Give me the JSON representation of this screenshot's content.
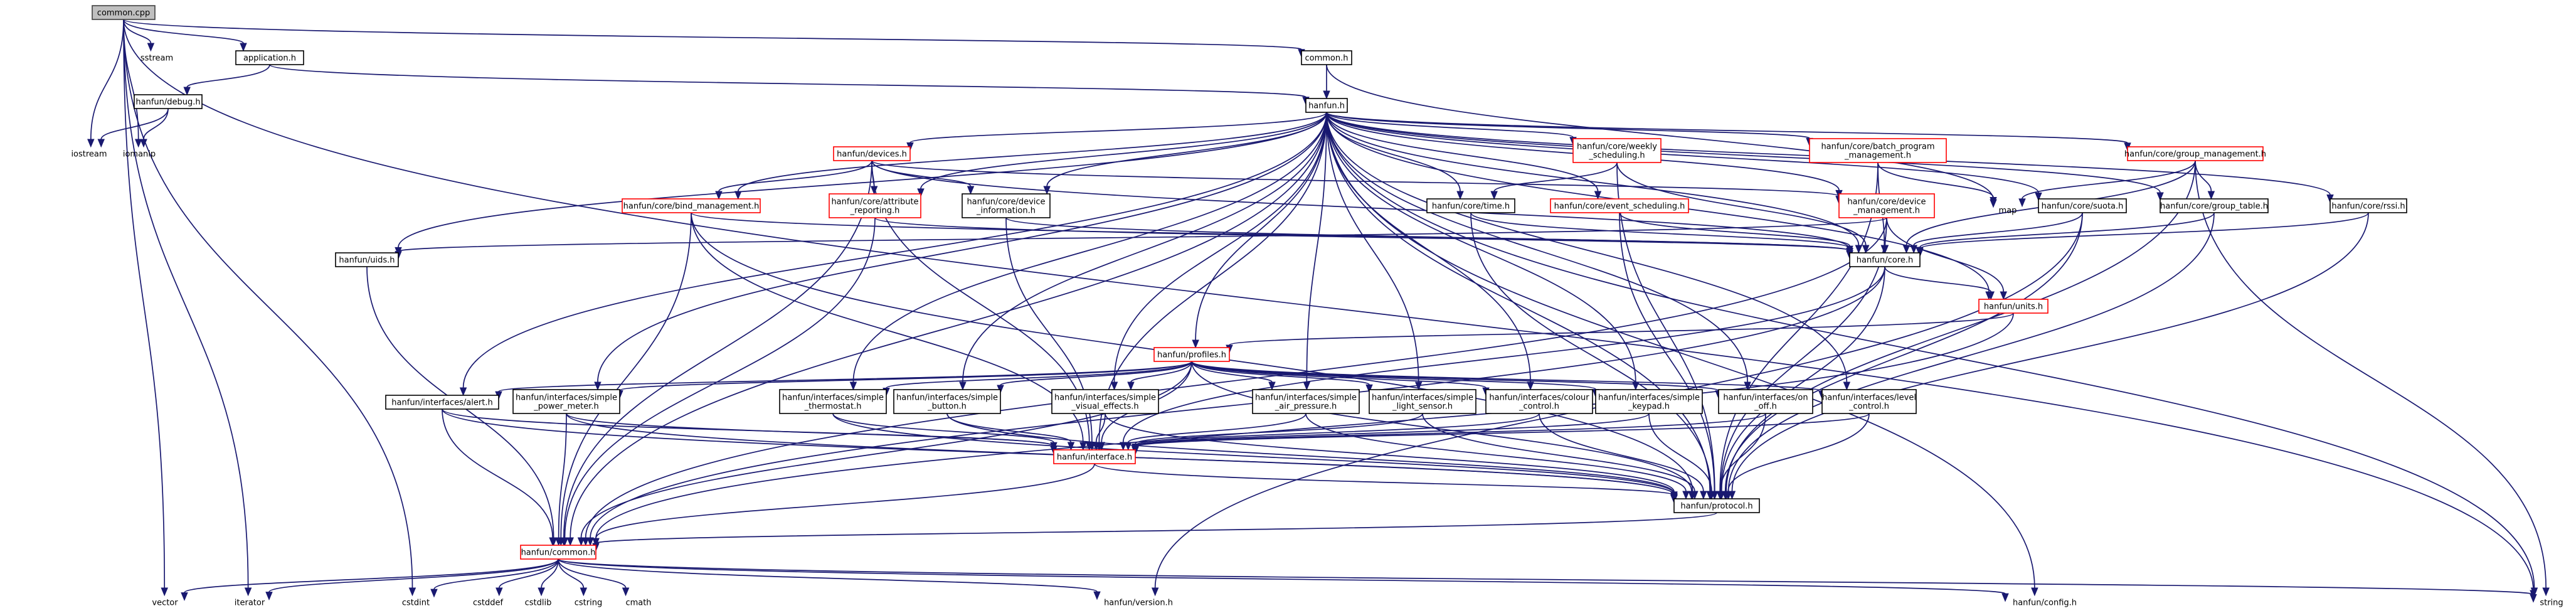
{
  "diagram": {
    "type": "include-dependency-graph",
    "colors": {
      "focus_fill": "#bfbfbf",
      "focus_border": "#404040",
      "node_border_default": "#000000",
      "node_border_truncated": "#ff0000",
      "node_fill": "#ffffff",
      "edge": "#191970"
    },
    "nodes": [
      {
        "id": "common_cpp",
        "lines": [
          "common.cpp"
        ],
        "style": "focus"
      },
      {
        "id": "vector",
        "lines": [
          "vector"
        ],
        "style": "plain"
      },
      {
        "id": "sstream",
        "lines": [
          "sstream"
        ],
        "style": "plain"
      },
      {
        "id": "iostream",
        "lines": [
          "iostream"
        ],
        "style": "plain"
      },
      {
        "id": "iomanip",
        "lines": [
          "iomanip"
        ],
        "style": "plain"
      },
      {
        "id": "iterator",
        "lines": [
          "iterator"
        ],
        "style": "plain"
      },
      {
        "id": "cstdint",
        "lines": [
          "cstdint"
        ],
        "style": "plain"
      },
      {
        "id": "application_h",
        "lines": [
          "application.h"
        ],
        "style": "black"
      },
      {
        "id": "common_h",
        "lines": [
          "common.h"
        ],
        "style": "black"
      },
      {
        "id": "string",
        "lines": [
          "string"
        ],
        "style": "plain"
      },
      {
        "id": "hanfun_debug_h",
        "lines": [
          "hanfun/debug.h"
        ],
        "style": "black"
      },
      {
        "id": "hanfun_h",
        "lines": [
          "hanfun.h"
        ],
        "style": "black"
      },
      {
        "id": "hanfun_common_h",
        "lines": [
          "hanfun/common.h"
        ],
        "style": "red"
      },
      {
        "id": "hanfun_devices_h",
        "lines": [
          "hanfun/devices.h"
        ],
        "style": "red"
      },
      {
        "id": "hanfun_core_weekly",
        "lines": [
          "hanfun/core/weekly",
          "_scheduling.h"
        ],
        "style": "red"
      },
      {
        "id": "hanfun_core_batch",
        "lines": [
          "hanfun/core/batch_program",
          "_management.h"
        ],
        "style": "red"
      },
      {
        "id": "hanfun_core_group_mgmt",
        "lines": [
          "hanfun/core/group_management.h"
        ],
        "style": "red"
      },
      {
        "id": "hanfun_core_time",
        "lines": [
          "hanfun/core/time.h"
        ],
        "style": "black"
      },
      {
        "id": "hanfun_core_event",
        "lines": [
          "hanfun/core/event_scheduling.h"
        ],
        "style": "red"
      },
      {
        "id": "hanfun_core_device_mgmt",
        "lines": [
          "hanfun/core/device",
          "_management.h"
        ],
        "style": "red"
      },
      {
        "id": "hanfun_core_suota",
        "lines": [
          "hanfun/core/suota.h"
        ],
        "style": "black"
      },
      {
        "id": "hanfun_core_group_table",
        "lines": [
          "hanfun/core/group_table.h"
        ],
        "style": "black"
      },
      {
        "id": "hanfun_core_rssi",
        "lines": [
          "hanfun/core/rssi.h"
        ],
        "style": "black"
      },
      {
        "id": "map",
        "lines": [
          "map"
        ],
        "style": "plain"
      },
      {
        "id": "hanfun_core_bind",
        "lines": [
          "hanfun/core/bind_management.h"
        ],
        "style": "red"
      },
      {
        "id": "hanfun_core_attr_reporting",
        "lines": [
          "hanfun/core/attribute",
          "_reporting.h"
        ],
        "style": "red"
      },
      {
        "id": "hanfun_core_device_info",
        "lines": [
          "hanfun/core/device",
          "_information.h"
        ],
        "style": "black"
      },
      {
        "id": "hanfun_uids_h",
        "lines": [
          "hanfun/uids.h"
        ],
        "style": "black"
      },
      {
        "id": "hanfun_core_h",
        "lines": [
          "hanfun/core.h"
        ],
        "style": "black"
      },
      {
        "id": "hanfun_units_h",
        "lines": [
          "hanfun/units.h"
        ],
        "style": "red"
      },
      {
        "id": "hanfun_profiles_h",
        "lines": [
          "hanfun/profiles.h"
        ],
        "style": "red"
      },
      {
        "id": "if_alert",
        "lines": [
          "hanfun/interfaces/alert.h"
        ],
        "style": "black"
      },
      {
        "id": "if_simple_power_meter",
        "lines": [
          "hanfun/interfaces/simple",
          "_power_meter.h"
        ],
        "style": "black"
      },
      {
        "id": "if_simple_thermostat",
        "lines": [
          "hanfun/interfaces/simple",
          "_thermostat.h"
        ],
        "style": "black"
      },
      {
        "id": "if_simple_button",
        "lines": [
          "hanfun/interfaces/simple",
          "_button.h"
        ],
        "style": "black"
      },
      {
        "id": "if_simple_visual",
        "lines": [
          "hanfun/interfaces/simple",
          "_visual_effects.h"
        ],
        "style": "black"
      },
      {
        "id": "if_simple_air",
        "lines": [
          "hanfun/interfaces/simple",
          "_air_pressure.h"
        ],
        "style": "black"
      },
      {
        "id": "if_simple_light",
        "lines": [
          "hanfun/interfaces/simple",
          "_light_sensor.h"
        ],
        "style": "black"
      },
      {
        "id": "if_colour",
        "lines": [
          "hanfun/interfaces/colour",
          "_control.h"
        ],
        "style": "black"
      },
      {
        "id": "if_keypad",
        "lines": [
          "hanfun/interfaces/simple",
          "_keypad.h"
        ],
        "style": "black"
      },
      {
        "id": "if_on_off",
        "lines": [
          "hanfun/interfaces/on",
          "_off.h"
        ],
        "style": "black"
      },
      {
        "id": "if_level",
        "lines": [
          "hanfun/interfaces/level",
          "_control.h"
        ],
        "style": "black"
      },
      {
        "id": "hanfun_interface_h",
        "lines": [
          "hanfun/interface.h"
        ],
        "style": "red"
      },
      {
        "id": "hanfun_protocol_h",
        "lines": [
          "hanfun/protocol.h"
        ],
        "style": "black"
      },
      {
        "id": "cstddef",
        "lines": [
          "cstddef"
        ],
        "style": "plain"
      },
      {
        "id": "cstdlib",
        "lines": [
          "cstdlib"
        ],
        "style": "plain"
      },
      {
        "id": "cstring",
        "lines": [
          "cstring"
        ],
        "style": "plain"
      },
      {
        "id": "cmath",
        "lines": [
          "cmath"
        ],
        "style": "plain"
      },
      {
        "id": "hanfun_version_h",
        "lines": [
          "hanfun/version.h"
        ],
        "style": "plain"
      },
      {
        "id": "hanfun_config_h",
        "lines": [
          "hanfun/config.h"
        ],
        "style": "plain"
      }
    ],
    "edges": [
      [
        "common_cpp",
        "vector"
      ],
      [
        "common_cpp",
        "sstream"
      ],
      [
        "common_cpp",
        "iostream"
      ],
      [
        "common_cpp",
        "iomanip"
      ],
      [
        "common_cpp",
        "iterator"
      ],
      [
        "common_cpp",
        "cstdint"
      ],
      [
        "common_cpp",
        "application_h"
      ],
      [
        "common_cpp",
        "common_h"
      ],
      [
        "common_cpp",
        "string"
      ],
      [
        "application_h",
        "hanfun_debug_h"
      ],
      [
        "application_h",
        "hanfun_h"
      ],
      [
        "hanfun_debug_h",
        "iostream"
      ],
      [
        "hanfun_debug_h",
        "iomanip"
      ],
      [
        "common_h",
        "hanfun_h"
      ],
      [
        "common_h",
        "map"
      ],
      [
        "hanfun_h",
        "hanfun_common_h"
      ],
      [
        "hanfun_h",
        "hanfun_devices_h"
      ],
      [
        "hanfun_h",
        "hanfun_core_weekly"
      ],
      [
        "hanfun_h",
        "hanfun_core_batch"
      ],
      [
        "hanfun_h",
        "hanfun_core_group_mgmt"
      ],
      [
        "hanfun_h",
        "hanfun_core_time"
      ],
      [
        "hanfun_h",
        "hanfun_core_event"
      ],
      [
        "hanfun_h",
        "hanfun_core_device_mgmt"
      ],
      [
        "hanfun_h",
        "hanfun_core_suota"
      ],
      [
        "hanfun_h",
        "hanfun_core_group_table"
      ],
      [
        "hanfun_h",
        "hanfun_core_rssi"
      ],
      [
        "hanfun_h",
        "hanfun_core_bind"
      ],
      [
        "hanfun_h",
        "hanfun_core_attr_reporting"
      ],
      [
        "hanfun_h",
        "hanfun_core_device_info"
      ],
      [
        "hanfun_h",
        "hanfun_uids_h"
      ],
      [
        "hanfun_h",
        "hanfun_core_h"
      ],
      [
        "hanfun_h",
        "hanfun_units_h"
      ],
      [
        "hanfun_h",
        "hanfun_profiles_h"
      ],
      [
        "hanfun_h",
        "if_alert"
      ],
      [
        "hanfun_h",
        "if_simple_power_meter"
      ],
      [
        "hanfun_h",
        "if_simple_thermostat"
      ],
      [
        "hanfun_h",
        "if_simple_button"
      ],
      [
        "hanfun_h",
        "if_simple_visual"
      ],
      [
        "hanfun_h",
        "if_simple_air"
      ],
      [
        "hanfun_h",
        "if_simple_light"
      ],
      [
        "hanfun_h",
        "if_colour"
      ],
      [
        "hanfun_h",
        "if_keypad"
      ],
      [
        "hanfun_h",
        "if_on_off"
      ],
      [
        "hanfun_h",
        "if_level"
      ],
      [
        "hanfun_h",
        "hanfun_interface_h"
      ],
      [
        "hanfun_h",
        "hanfun_protocol_h"
      ],
      [
        "hanfun_h",
        "hanfun_config_h"
      ],
      [
        "hanfun_h",
        "string"
      ],
      [
        "hanfun_devices_h",
        "hanfun_core_bind"
      ],
      [
        "hanfun_devices_h",
        "hanfun_core_attr_reporting"
      ],
      [
        "hanfun_devices_h",
        "hanfun_core_device_info"
      ],
      [
        "hanfun_devices_h",
        "hanfun_core_device_mgmt"
      ],
      [
        "hanfun_devices_h",
        "hanfun_core_h"
      ],
      [
        "hanfun_devices_h",
        "hanfun_common_h"
      ],
      [
        "hanfun_devices_h",
        "hanfun_interface_h"
      ],
      [
        "hanfun_core_weekly",
        "hanfun_core_time"
      ],
      [
        "hanfun_core_weekly",
        "hanfun_core_h"
      ],
      [
        "hanfun_core_weekly",
        "hanfun_protocol_h"
      ],
      [
        "hanfun_core_batch",
        "hanfun_core_h"
      ],
      [
        "hanfun_core_batch",
        "map"
      ],
      [
        "hanfun_core_batch",
        "hanfun_protocol_h"
      ],
      [
        "hanfun_core_group_mgmt",
        "hanfun_core_h"
      ],
      [
        "hanfun_core_group_mgmt",
        "hanfun_core_group_table"
      ],
      [
        "hanfun_core_group_mgmt",
        "map"
      ],
      [
        "hanfun_core_group_mgmt",
        "string"
      ],
      [
        "hanfun_core_group_mgmt",
        "hanfun_protocol_h"
      ],
      [
        "hanfun_core_time",
        "hanfun_core_h"
      ],
      [
        "hanfun_core_time",
        "hanfun_protocol_h"
      ],
      [
        "hanfun_core_event",
        "hanfun_core_h"
      ],
      [
        "hanfun_core_event",
        "hanfun_protocol_h"
      ],
      [
        "hanfun_core_device_mgmt",
        "hanfun_core_h"
      ],
      [
        "hanfun_core_device_mgmt",
        "hanfun_uids_h"
      ],
      [
        "hanfun_core_device_mgmt",
        "hanfun_units_h"
      ],
      [
        "hanfun_core_device_mgmt",
        "hanfun_protocol_h"
      ],
      [
        "hanfun_core_device_mgmt",
        "hanfun_common_h"
      ],
      [
        "hanfun_core_suota",
        "hanfun_core_h"
      ],
      [
        "hanfun_core_suota",
        "hanfun_protocol_h"
      ],
      [
        "hanfun_core_suota",
        "hanfun_version_h"
      ],
      [
        "hanfun_core_group_table",
        "hanfun_core_h"
      ],
      [
        "hanfun_core_group_table",
        "hanfun_protocol_h"
      ],
      [
        "hanfun_core_rssi",
        "hanfun_core_h"
      ],
      [
        "hanfun_core_rssi",
        "hanfun_protocol_h"
      ],
      [
        "hanfun_core_bind",
        "hanfun_core_h"
      ],
      [
        "hanfun_core_bind",
        "hanfun_common_h"
      ],
      [
        "hanfun_core_bind",
        "hanfun_interface_h"
      ],
      [
        "hanfun_core_bind",
        "hanfun_protocol_h"
      ],
      [
        "hanfun_core_attr_reporting",
        "hanfun_core_h"
      ],
      [
        "hanfun_core_attr_reporting",
        "hanfun_common_h"
      ],
      [
        "hanfun_core_device_info",
        "hanfun_core_h"
      ],
      [
        "hanfun_core_device_info",
        "hanfun_interface_h"
      ],
      [
        "hanfun_uids_h",
        "hanfun_common_h"
      ],
      [
        "hanfun_core_h",
        "hanfun_units_h"
      ],
      [
        "hanfun_core_h",
        "hanfun_interface_h"
      ],
      [
        "hanfun_core_h",
        "hanfun_protocol_h"
      ],
      [
        "hanfun_core_h",
        "hanfun_common_h"
      ],
      [
        "hanfun_units_h",
        "hanfun_profiles_h"
      ],
      [
        "hanfun_units_h",
        "hanfun_common_h"
      ],
      [
        "hanfun_profiles_h",
        "if_alert"
      ],
      [
        "hanfun_profiles_h",
        "if_simple_power_meter"
      ],
      [
        "hanfun_profiles_h",
        "if_simple_thermostat"
      ],
      [
        "hanfun_profiles_h",
        "if_simple_button"
      ],
      [
        "hanfun_profiles_h",
        "if_simple_visual"
      ],
      [
        "hanfun_profiles_h",
        "if_simple_air"
      ],
      [
        "hanfun_profiles_h",
        "if_simple_light"
      ],
      [
        "hanfun_profiles_h",
        "if_colour"
      ],
      [
        "hanfun_profiles_h",
        "if_keypad"
      ],
      [
        "hanfun_profiles_h",
        "if_on_off"
      ],
      [
        "hanfun_profiles_h",
        "if_level"
      ],
      [
        "hanfun_profiles_h",
        "hanfun_interface_h"
      ],
      [
        "hanfun_profiles_h",
        "hanfun_protocol_h"
      ],
      [
        "hanfun_profiles_h",
        "hanfun_common_h"
      ],
      [
        "if_alert",
        "hanfun_interface_h"
      ],
      [
        "if_alert",
        "hanfun_protocol_h"
      ],
      [
        "if_alert",
        "hanfun_common_h"
      ],
      [
        "if_simple_power_meter",
        "hanfun_interface_h"
      ],
      [
        "if_simple_power_meter",
        "hanfun_protocol_h"
      ],
      [
        "if_simple_power_meter",
        "hanfun_common_h"
      ],
      [
        "if_simple_thermostat",
        "hanfun_interface_h"
      ],
      [
        "if_simple_thermostat",
        "hanfun_protocol_h"
      ],
      [
        "if_simple_button",
        "hanfun_interface_h"
      ],
      [
        "if_simple_button",
        "hanfun_protocol_h"
      ],
      [
        "if_simple_visual",
        "hanfun_interface_h"
      ],
      [
        "if_simple_visual",
        "hanfun_protocol_h"
      ],
      [
        "if_simple_air",
        "hanfun_interface_h"
      ],
      [
        "if_simple_air",
        "hanfun_protocol_h"
      ],
      [
        "if_simple_light",
        "hanfun_interface_h"
      ],
      [
        "if_simple_light",
        "hanfun_protocol_h"
      ],
      [
        "if_colour",
        "hanfun_interface_h"
      ],
      [
        "if_colour",
        "hanfun_protocol_h"
      ],
      [
        "if_keypad",
        "hanfun_interface_h"
      ],
      [
        "if_keypad",
        "hanfun_protocol_h"
      ],
      [
        "if_on_off",
        "hanfun_interface_h"
      ],
      [
        "if_on_off",
        "hanfun_protocol_h"
      ],
      [
        "if_level",
        "hanfun_interface_h"
      ],
      [
        "if_level",
        "hanfun_protocol_h"
      ],
      [
        "hanfun_interface_h",
        "hanfun_protocol_h"
      ],
      [
        "hanfun_interface_h",
        "hanfun_common_h"
      ],
      [
        "hanfun_protocol_h",
        "hanfun_common_h"
      ],
      [
        "hanfun_common_h",
        "vector"
      ],
      [
        "hanfun_common_h",
        "iterator"
      ],
      [
        "hanfun_common_h",
        "cstdint"
      ],
      [
        "hanfun_common_h",
        "cstddef"
      ],
      [
        "hanfun_common_h",
        "cstdlib"
      ],
      [
        "hanfun_common_h",
        "cstring"
      ],
      [
        "hanfun_common_h",
        "cmath"
      ],
      [
        "hanfun_common_h",
        "hanfun_version_h"
      ],
      [
        "hanfun_common_h",
        "hanfun_config_h"
      ],
      [
        "hanfun_common_h",
        "string"
      ]
    ]
  }
}
